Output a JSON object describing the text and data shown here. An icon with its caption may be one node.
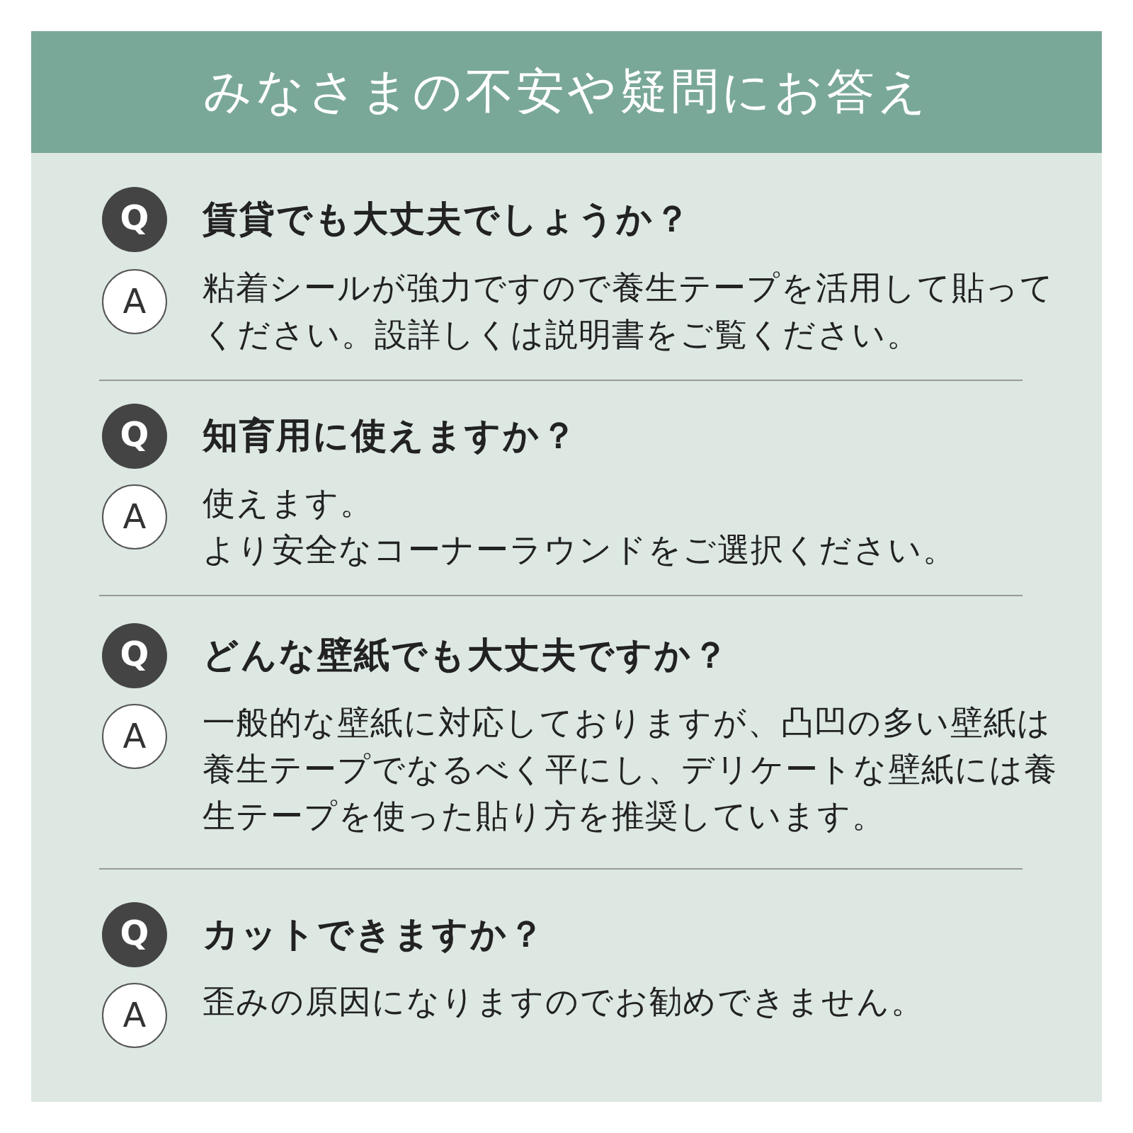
{
  "diagram": {
    "title": "みなさまの不安や疑問にお答え",
    "nodes": [
      {
        "text": [
          "Q"
        ],
        "beside": [
          "賃貸でも大丈夫でしょうか？"
        ]
      },
      {
        "text": [
          "A"
        ],
        "beside": [
          "粘着シールが強力ですので養生テープを活用して貼ってください。設詳しくは説明書をご覧ください。"
        ]
      },
      {
        "text": [
          "Q"
        ],
        "beside": [
          "知育用に使えますか？"
        ]
      },
      {
        "text": [
          "A"
        ],
        "beside": [
          "使えます。",
          "より安全なコーナーラウンドをご選択ください。"
        ]
      },
      {
        "text": [
          "Q"
        ],
        "beside": [
          "どんな壁紙でも大丈夫ですか？"
        ]
      },
      {
        "text": [
          "A"
        ],
        "beside": [
          "一般的な壁紙に対応しておりますが、凸凹の多い壁紙は養生テープでなるべく平にし、デリケートな壁紙には養生テープを使った貼り方を推奨しています。"
        ]
      },
      {
        "text": [
          "Q"
        ],
        "beside": [
          "カットできますか？"
        ]
      },
      {
        "text": [
          "A"
        ],
        "beside": [
          "歪みの原因になりますのでお勧めできません。"
        ]
      }
    ]
  }
}
